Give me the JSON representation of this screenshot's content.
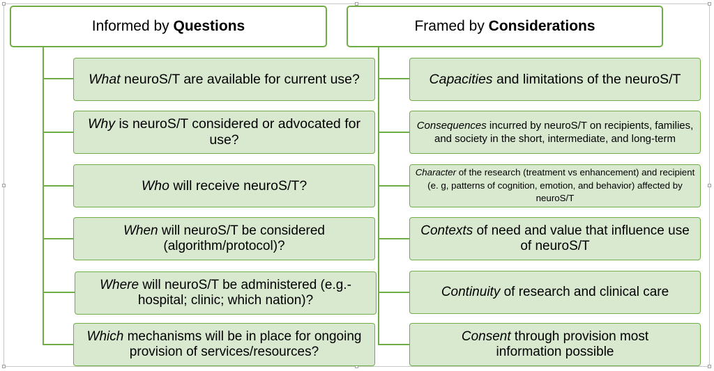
{
  "left": {
    "header": {
      "prefix": "Informed by ",
      "bold": "Questions"
    },
    "items": [
      {
        "emph": "What",
        "rest": " neuroS/T are available for current use?"
      },
      {
        "emph": "Why",
        "rest": " is neuroS/T considered or advocated for use?"
      },
      {
        "emph": "Who",
        "rest": " will receive neuroS/T?"
      },
      {
        "emph": "When",
        "rest": " will neuroS/T be considered (algorithm/protocol)?"
      },
      {
        "emph": "Where",
        "rest": " will neuroS/T be administered (e.g.- hospital; clinic; which nation)?"
      },
      {
        "emph": "Which",
        "rest": " mechanisms will be in place for ongoing provision of services/resources?"
      }
    ]
  },
  "right": {
    "header": {
      "prefix": "Framed by ",
      "bold": "Considerations"
    },
    "items": [
      {
        "emph": "Capacities",
        "rest": " and limitations of the neuroS/T"
      },
      {
        "emph": "Consequences",
        "rest": " incurred by neuroS/T on recipients, families, and society in the short, intermediate, and long-term"
      },
      {
        "emph": "Character",
        "rest": " of the research (treatment vs enhancement) and recipient (e. g, patterns of cognition, emotion, and behavior) affected by neuroS/T"
      },
      {
        "emph": "Contexts",
        "rest": " of need and value that influence use of neuroS/T"
      },
      {
        "emph": "Continuity",
        "rest": " of research and clinical care"
      },
      {
        "emph": "Consent",
        "rest": " through provision most information possible"
      }
    ]
  },
  "colors": {
    "box_fill": "#d9e9d0",
    "border_green": "#70ad47",
    "header_fill": "#ffffff"
  }
}
